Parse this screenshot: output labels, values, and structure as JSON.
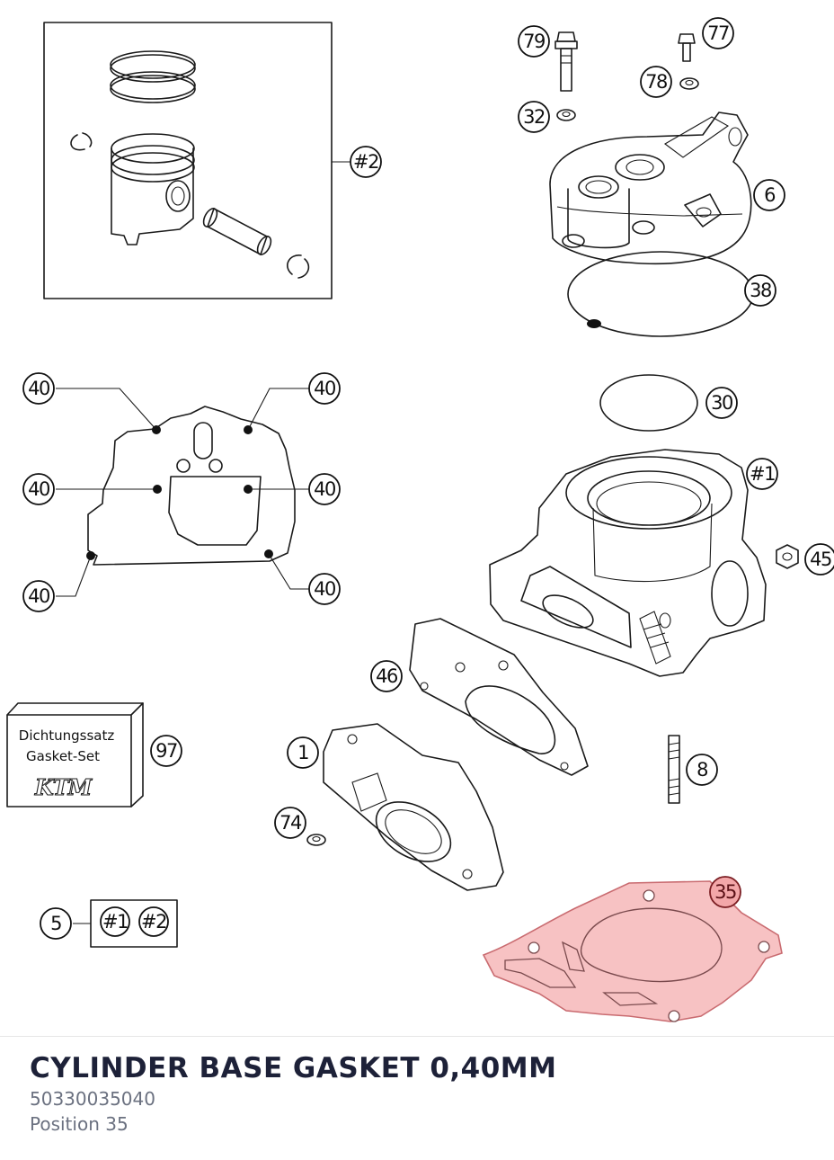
{
  "callouts": {
    "c79": "79",
    "c77": "77",
    "c78": "78",
    "c32": "32",
    "c6": "6",
    "c38": "38",
    "c2": "#2",
    "c30": "30",
    "c1": "#1",
    "c45": "45",
    "c46": "46",
    "c97": "97",
    "c1b": "1",
    "c8": "8",
    "c74": "74",
    "c5": "5",
    "c5a": "#1",
    "c5b": "#2",
    "c35": "35",
    "c40a": "40",
    "c40b": "40",
    "c40c": "40",
    "c40d": "40",
    "c40e": "40",
    "c40f": "40"
  },
  "gasket_set": {
    "line1": "Dichtungssatz",
    "line2": "Gasket-Set",
    "logo": "KTM"
  },
  "selected_part": {
    "title": "CYLINDER BASE GASKET 0,40MM",
    "number": "50330035040",
    "position": "Position 35"
  },
  "colors": {
    "highlight_fill": "#f3a7a9",
    "title_text": "#1d2138",
    "secondary_text": "#6b7180"
  }
}
